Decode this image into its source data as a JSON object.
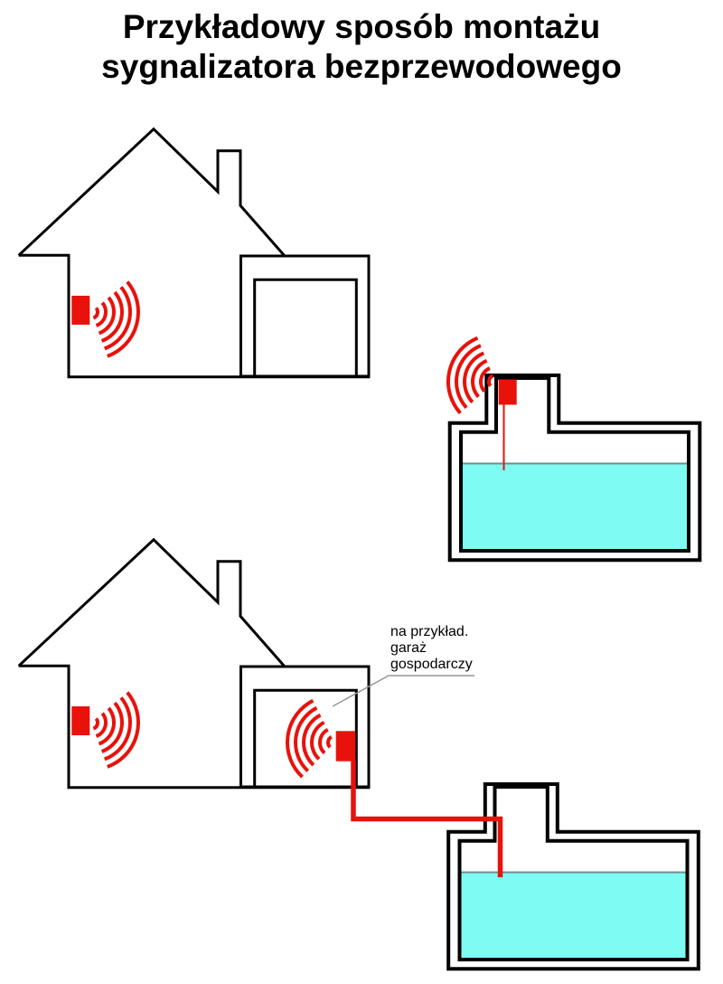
{
  "title": {
    "line1": "Przykładowy sposób montażu",
    "line2": "sygnalizatora bezprzewodowego"
  },
  "callout": {
    "line1": "na przykład.",
    "line2": "garaż",
    "line3": "gospodarczy"
  },
  "icons": {
    "radio_waves_icon": "fan of concentric signal arcs"
  },
  "colors": {
    "signal_red": "#e8120b",
    "water_cyan": "#7efbf2",
    "water_surface": "#6b8f8f",
    "line_black": "#000000",
    "leader_gray": "#969696",
    "text_black": "#000000",
    "page_bg": "#ffffff"
  }
}
